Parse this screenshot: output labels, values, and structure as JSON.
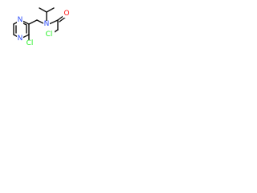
{
  "molecule": {
    "atoms": [
      {
        "id": "n_ring_top",
        "label": "N",
        "color": "#3050f8"
      },
      {
        "id": "n_ring_bottom",
        "label": "N",
        "color": "#3050f8"
      },
      {
        "id": "n_amide",
        "label": "N",
        "color": "#3050f8"
      },
      {
        "id": "o_carbonyl",
        "label": "O",
        "color": "#ff0d0d"
      },
      {
        "id": "cl_ring",
        "label": "Cl",
        "color": "#1ff01f"
      },
      {
        "id": "cl_chain",
        "label": "Cl",
        "color": "#1ff01f"
      }
    ]
  }
}
